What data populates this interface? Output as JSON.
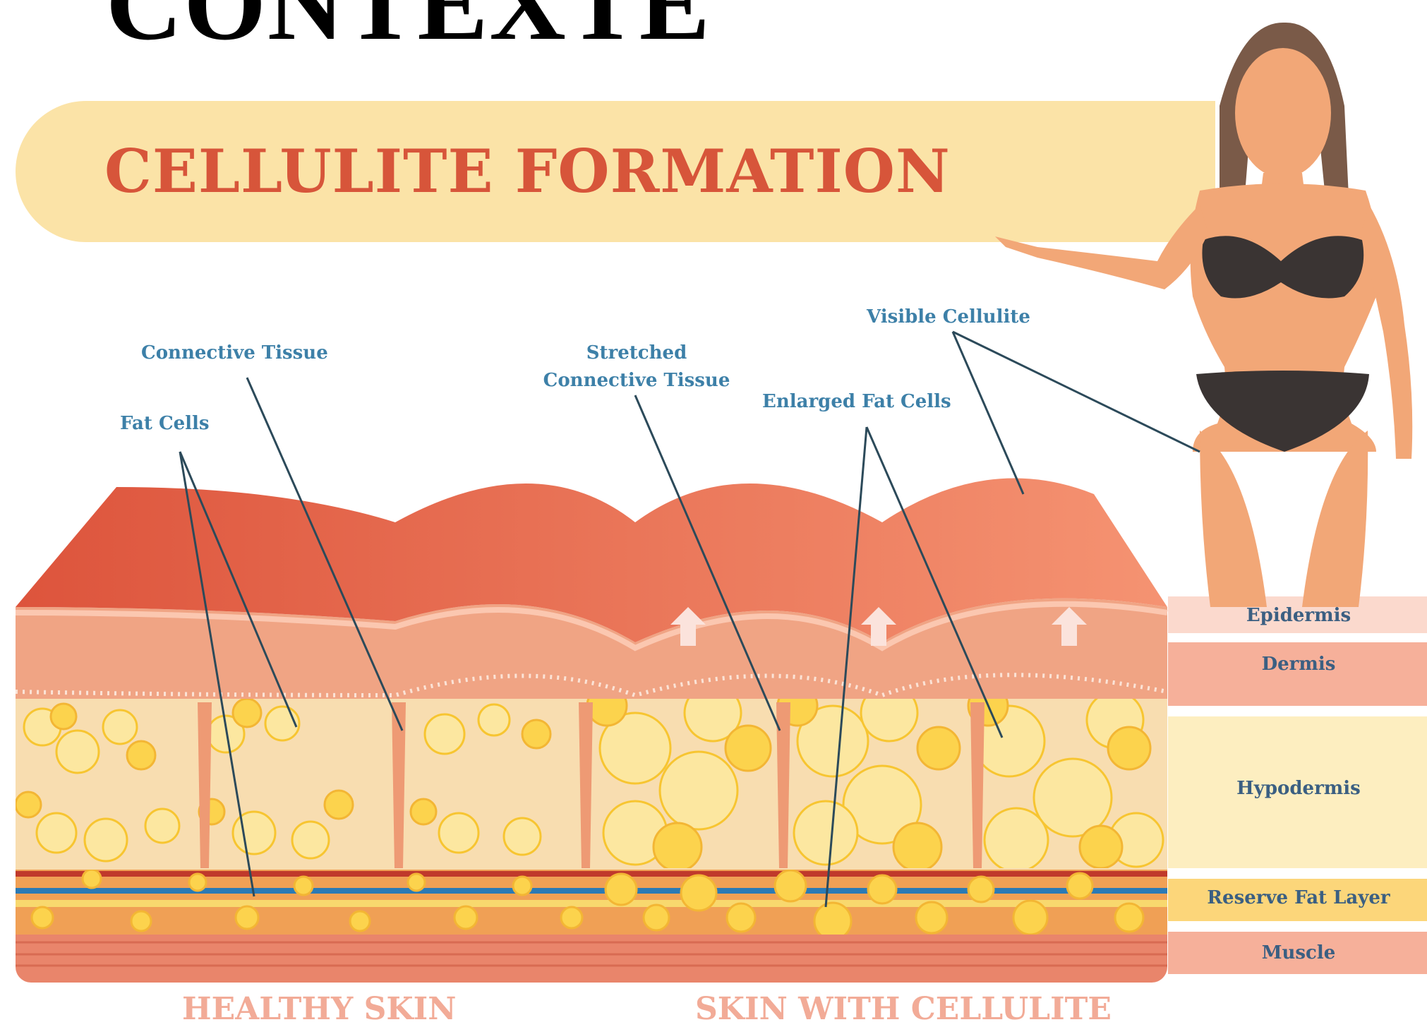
{
  "slide_heading": "CONTEXTE",
  "title": "CELLULITE FORMATION",
  "callouts": {
    "connective_tissue": "Connective Tissue",
    "fat_cells": "Fat Cells",
    "stretched_line1": "Stretched",
    "stretched_line2": "Connective Tissue",
    "enlarged_fat_cells": "Enlarged Fat Cells",
    "visible_cellulite": "Visible Cellulite"
  },
  "layers": [
    "Epidermis",
    "Dermis",
    "Hypodermis",
    "Reserve Fat Layer",
    "Muscle"
  ],
  "sections": {
    "healthy": "HEALTHY SKIN",
    "cellulite": "SKIN WITH CELLULITE"
  },
  "colors": {
    "title": "#d7553a",
    "banner": "#fbe3a7",
    "callout": "#3d80a8",
    "layer_label": "#3b5f82",
    "section_label": "#f2ab97",
    "skin_top": "#e56a4e",
    "fat": "#fcd34d",
    "fat_light": "#fbe7b5"
  }
}
